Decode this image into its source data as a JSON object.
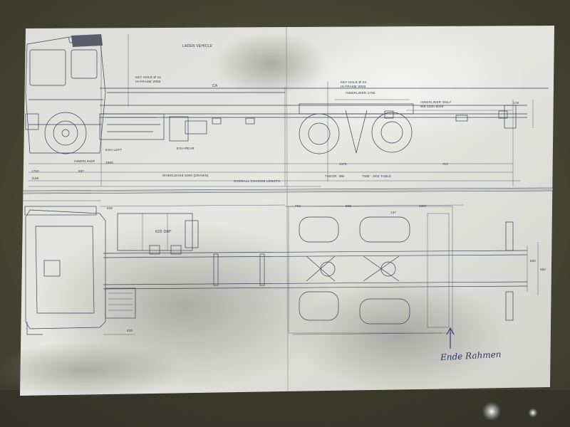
{
  "drawing": {
    "header_label": "LADEN VEHICLE",
    "note_key_hole_1": "KEY HOLE Ø 16",
    "note_in_frame_1": "IN FRAME WEB",
    "note_key_hole_2": "KEY HOLE Ø 23",
    "note_in_frame_2": "IN FRAME WEB",
    "note_inner_liner": "INNERLINER 1765",
    "note_inner_liner_only": "INNERLINER ONLY",
    "note_wb_range": "WB 5200-6000",
    "ca_label": "CA",
    "exh_left": "EXH-LEFT",
    "exh_rear": "EXH-REAR",
    "innerliner_left": "INNERLINER",
    "dim_1750": "1750",
    "dim_1590": "1590",
    "dim_897": "897",
    "dim_1165": "1165",
    "wheelbase": "WHEELBASE 6000 (DRAWN)",
    "overall": "OVERALL CHASSIS LENGTH",
    "theor_wb": "THEOR. WB",
    "twb": "TWB - SEE TABLE",
    "dim_1376": "1376",
    "dim_rh": "RO",
    "tank_label": "625 DM³",
    "dim_762": "762",
    "dim_832": "832",
    "dim_2297": "2297",
    "dim_137": "137",
    "dim_935": "935",
    "dim_835": "835",
    "dim_800": "800",
    "dim_178": "178",
    "dim_850": "850",
    "handwritten_note": "Ende Rahmen"
  }
}
